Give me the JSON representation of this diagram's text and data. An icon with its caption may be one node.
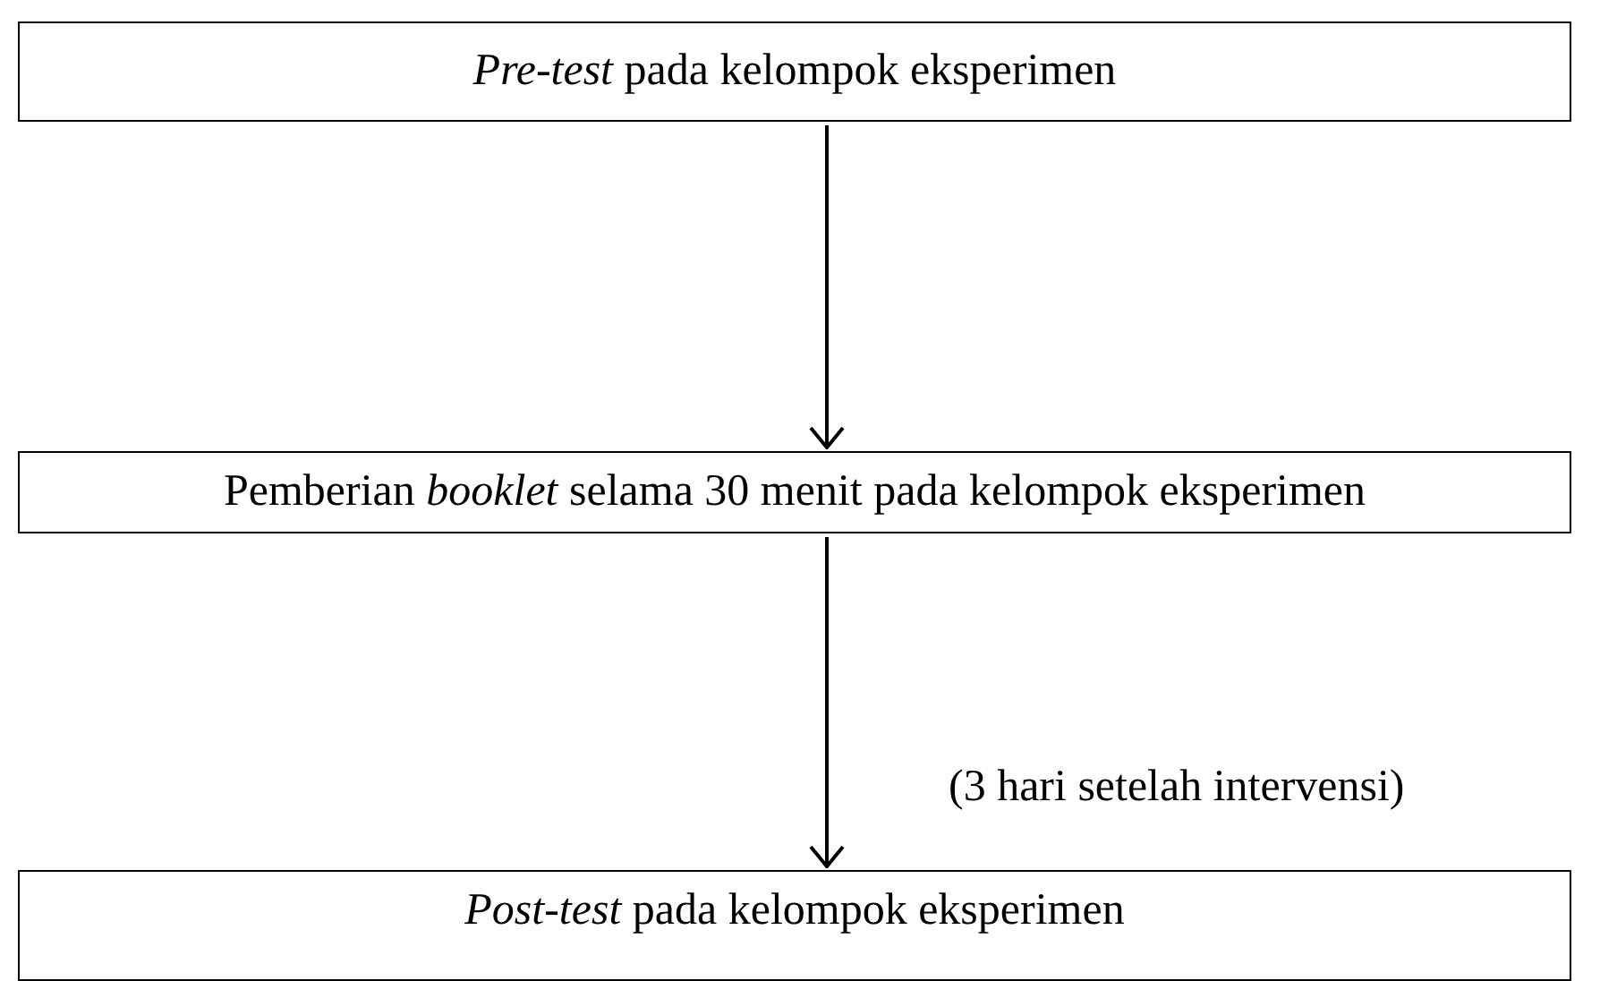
{
  "diagram": {
    "nodes": [
      {
        "text": [
          "*Pre-test* pada kelompok eksperimen"
        ]
      },
      {
        "text": [
          "Pemberian *booklet* selama 30 menit pada kelompok eksperimen"
        ]
      },
      {
        "text": [
          "*Post-test* pada kelompok eksperimen"
        ]
      }
    ],
    "edges": [
      {
        "from": 0,
        "to": 1,
        "arrow": "to"
      },
      {
        "from": 1,
        "to": 2,
        "arrow": "to",
        "label": "(3 hari setelah intervensi)"
      }
    ]
  }
}
